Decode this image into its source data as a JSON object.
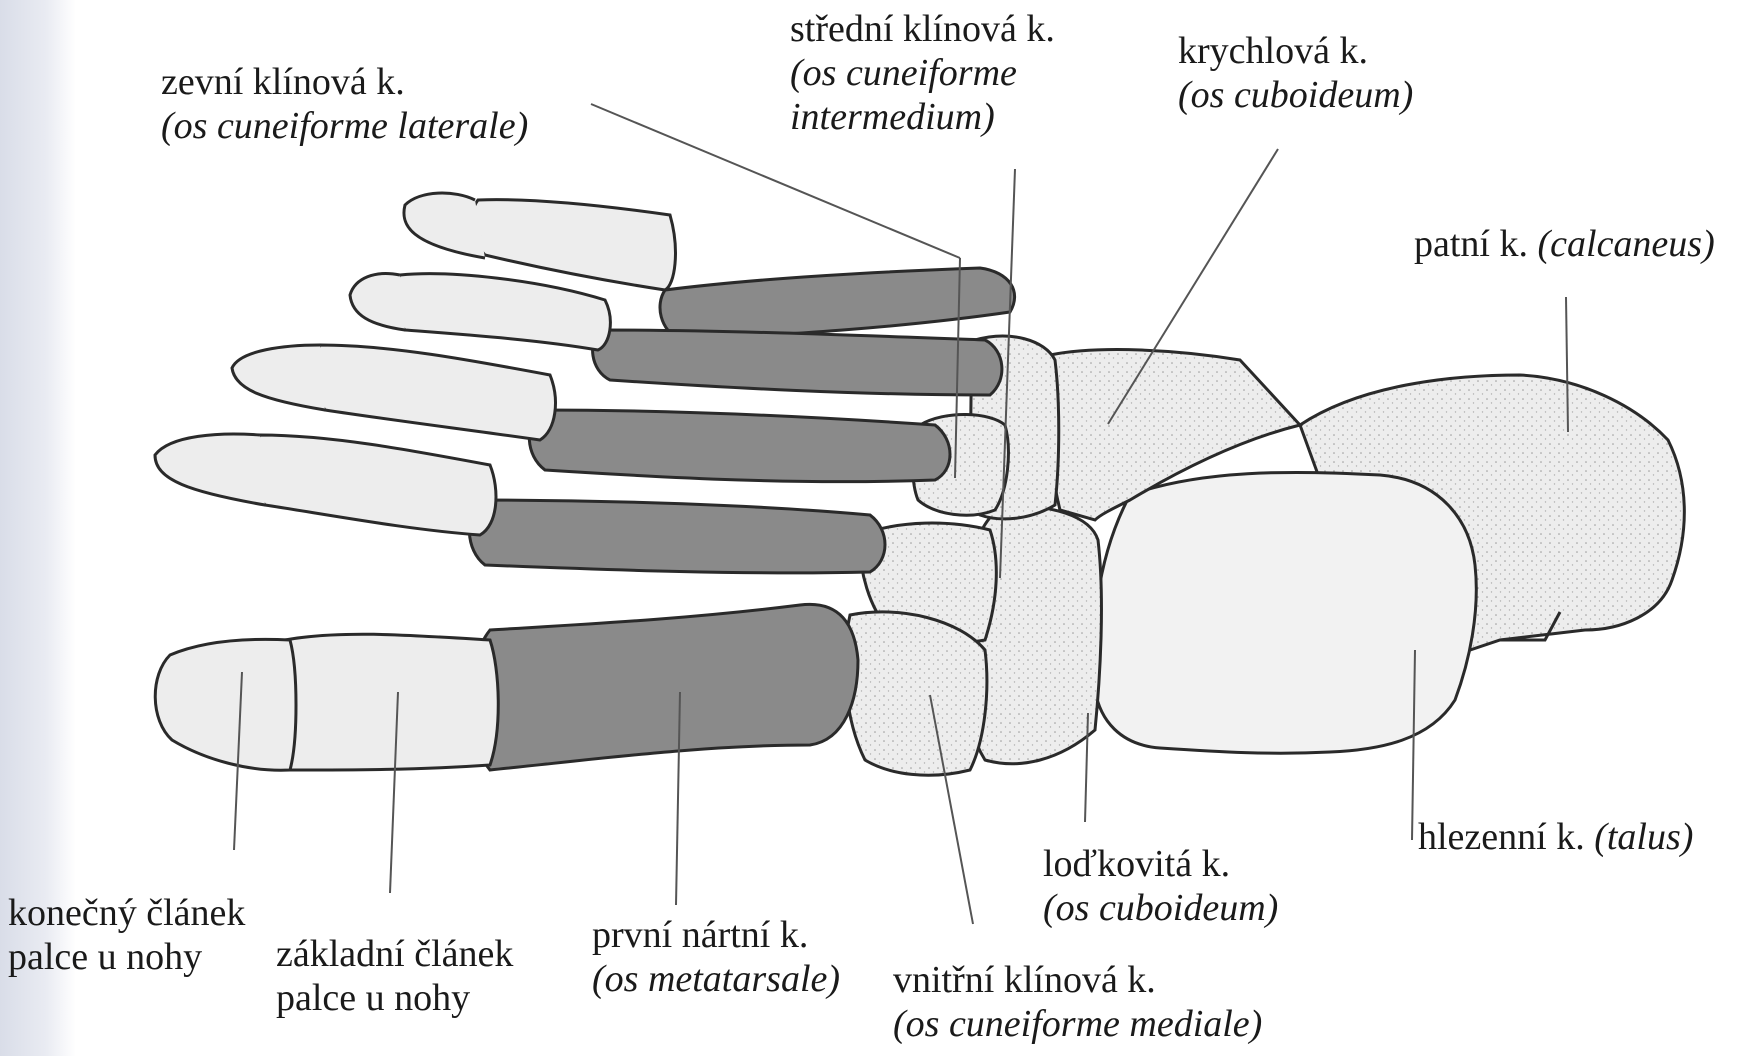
{
  "labels": {
    "konecny": {
      "line1": "konečný článek",
      "line2": "palce u nohy"
    },
    "zakladni": {
      "line1": "základní článek",
      "line2": "palce u nohy"
    },
    "prvni_nartni": {
      "line1": "první nártní k.",
      "line2": "(os metatarsale)"
    },
    "vnitrni_klinova": {
      "line1": "vnitřní klínová  k.",
      "line2": "(os cuneiforme mediale)"
    },
    "lodkovita": {
      "line1": "loďkovitá k.",
      "line2": "(os cuboideum)"
    },
    "hlezenni": {
      "name": "hlezenní k.",
      "latin": "(talus)"
    },
    "patni": {
      "name": "patní k.",
      "latin": "(calcaneus)"
    },
    "krychlova": {
      "line1": "krychlová k.",
      "line2": "(os cuboideum)"
    },
    "stredni_klinova": {
      "line1": "střední klínová  k.",
      "line2": "(os cuneiforme",
      "line3": "intermedium)"
    },
    "zevni_klinova": {
      "line1": "zevní klínová  k.",
      "line2": "(os cuneiforme laterale)"
    }
  },
  "colors": {
    "metatarsal_shade": "#8a8a8a",
    "bone_light": "#ededed",
    "outline": "#2a2a2a",
    "leader": "#555555",
    "left_band": "#dfe2ea"
  }
}
